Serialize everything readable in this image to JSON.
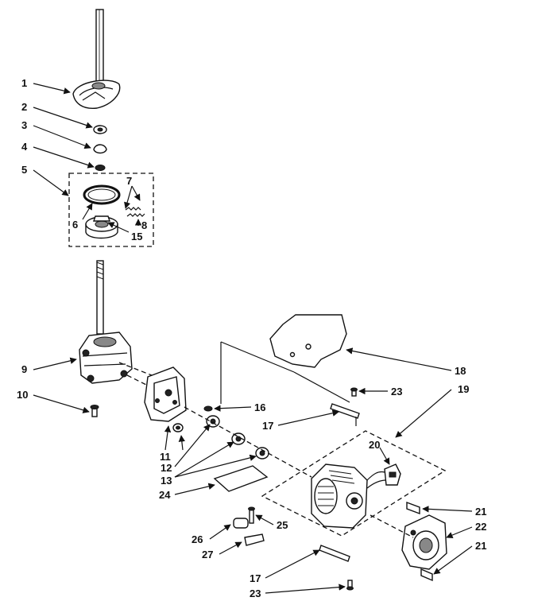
{
  "callouts": [
    "1",
    "2",
    "3",
    "4",
    "5",
    "6",
    "7",
    "8",
    "9",
    "10",
    "11",
    "12",
    "13",
    "15",
    "16",
    "17",
    "18",
    "19",
    "20",
    "21",
    "22",
    "23",
    "24",
    "25",
    "26",
    "27"
  ],
  "labels": {
    "c1": "1",
    "c2": "2",
    "c3": "3",
    "c4": "4",
    "c5": "5",
    "c6": "6",
    "c7": "7",
    "c8": "8",
    "c9": "9",
    "c10": "10",
    "c11": "11",
    "c12": "12",
    "c13": "13",
    "c15": "15",
    "c16": "16",
    "c17a": "17",
    "c18": "18",
    "c19": "19",
    "c20": "20",
    "c21a": "21",
    "c22": "22",
    "c23a": "23",
    "c24": "24",
    "c25": "25",
    "c26": "26",
    "c27": "27",
    "c17b": "17",
    "c23b": "23",
    "c21b": "21"
  }
}
